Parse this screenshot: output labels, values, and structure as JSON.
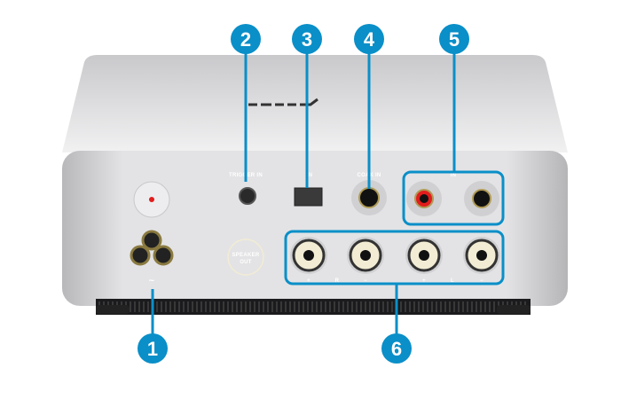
{
  "colors": {
    "callout": "#0a8fc8",
    "body": "#d9d9db",
    "top": "#e8e8ea",
    "rca_red": "#e21c1c",
    "binding_post": "#f2ecd4"
  },
  "panel_labels": {
    "trigger": "TRIGGER IN",
    "optical": "IN",
    "coax": "COAX IN",
    "analog": "IN",
    "speaker": "SPEAKER OUT",
    "power_symbol": "~",
    "speaker_terms": [
      "+",
      "R",
      "−",
      "+",
      "L",
      "−"
    ]
  },
  "callouts": [
    {
      "number": "1",
      "target": "power-inlet"
    },
    {
      "number": "2",
      "target": "trigger-in"
    },
    {
      "number": "3",
      "target": "optical-in"
    },
    {
      "number": "4",
      "target": "coax-in"
    },
    {
      "number": "5",
      "target": "analog-in"
    },
    {
      "number": "6",
      "target": "speaker-out"
    }
  ]
}
